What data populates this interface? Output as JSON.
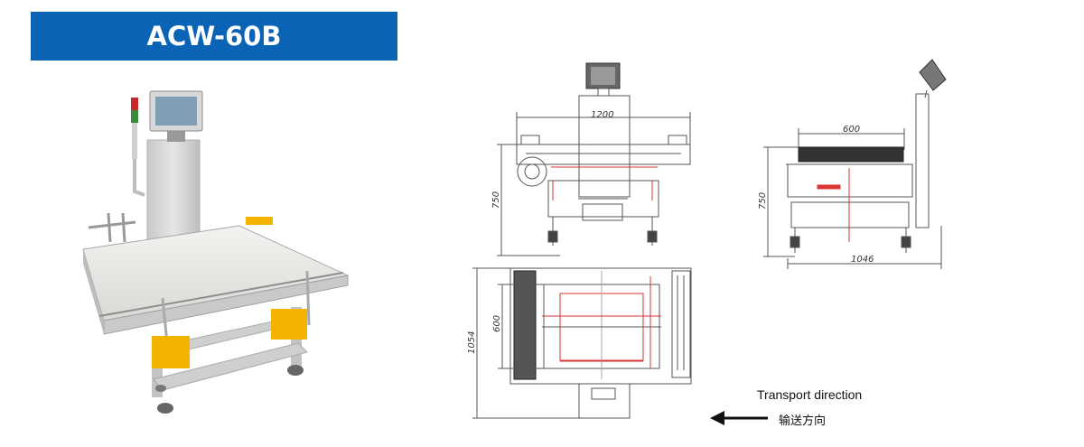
{
  "title": "ACW-60B",
  "front_view": {
    "width_label": "1200",
    "height_label": "750"
  },
  "side_view": {
    "conveyor_label": "600",
    "height_label": "750",
    "length_label": "1046"
  },
  "top_view": {
    "length_label": "1054",
    "inner_label": "600"
  },
  "transport": {
    "label_en": "Transport direction",
    "label_cn": "输送方向"
  }
}
